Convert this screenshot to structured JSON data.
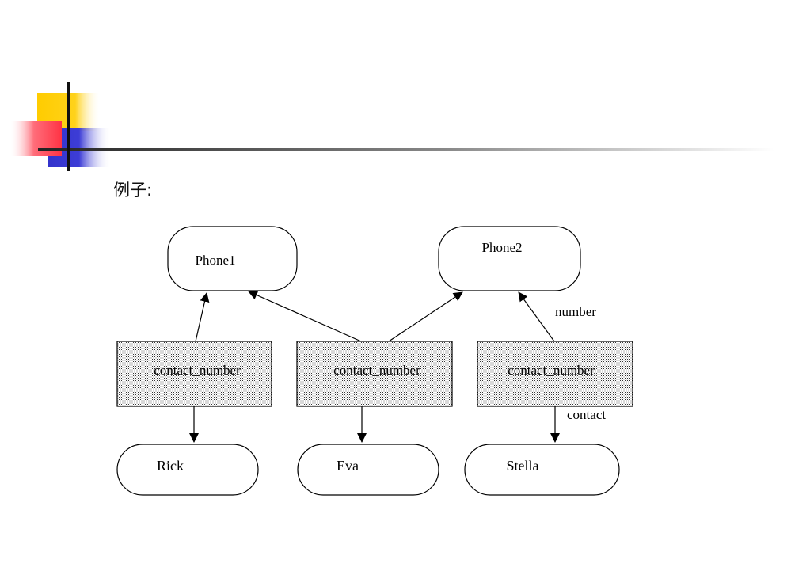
{
  "heading": "例子:",
  "nodes": {
    "phone1": "Phone1",
    "phone2": "Phone2",
    "contact1": "contact_number",
    "contact2": "contact_number",
    "contact3": "contact_number",
    "rick": "Rick",
    "eva": "Eva",
    "stella": "Stella"
  },
  "edge_labels": {
    "number": "number",
    "contact": "contact"
  }
}
